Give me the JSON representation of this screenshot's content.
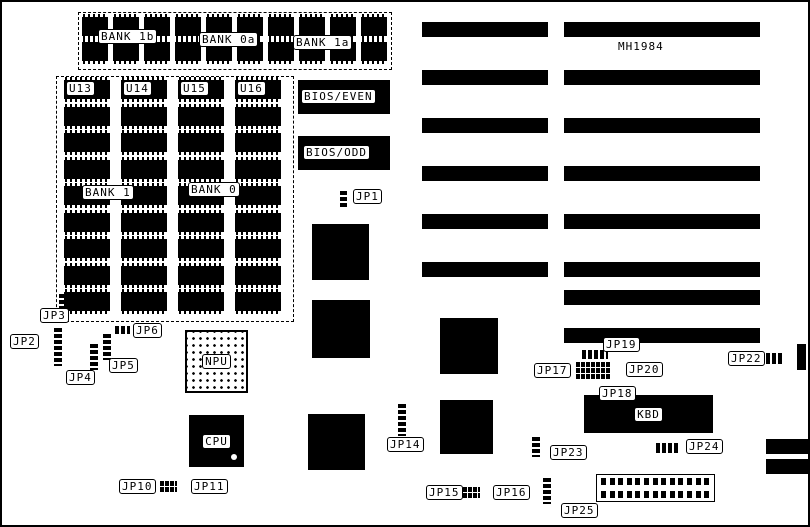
{
  "title": {
    "model": "MH1984"
  },
  "memory": {
    "top_bank_labels": [
      "BANK 1b",
      "BANK 0a",
      "BANK 1a"
    ],
    "left_bank_labels": [
      "BANK 1",
      "BANK 0"
    ],
    "u_chip_labels": [
      "U13",
      "U14",
      "U15",
      "U16"
    ]
  },
  "bios": {
    "even_label": "BIOS/EVEN",
    "odd_label": "BIOS/ODD"
  },
  "components": {
    "npu_label": "NPU",
    "cpu_label": "CPU",
    "kbd_label": "KBD"
  },
  "jumpers": {
    "jp1": "JP1",
    "jp2": "JP2",
    "jp3": "JP3",
    "jp4": "JP4",
    "jp5": "JP5",
    "jp6": "JP6",
    "jp10": "JP10",
    "jp11": "JP11",
    "jp14": "JP14",
    "jp15": "JP15",
    "jp16": "JP16",
    "jp17": "JP17",
    "jp18": "JP18",
    "jp19": "JP19",
    "jp20": "JP20",
    "jp22": "JP22",
    "jp23": "JP23",
    "jp24": "JP24",
    "jp25": "JP25"
  },
  "colors": {
    "component": "#000000",
    "background": "#ffffff"
  }
}
